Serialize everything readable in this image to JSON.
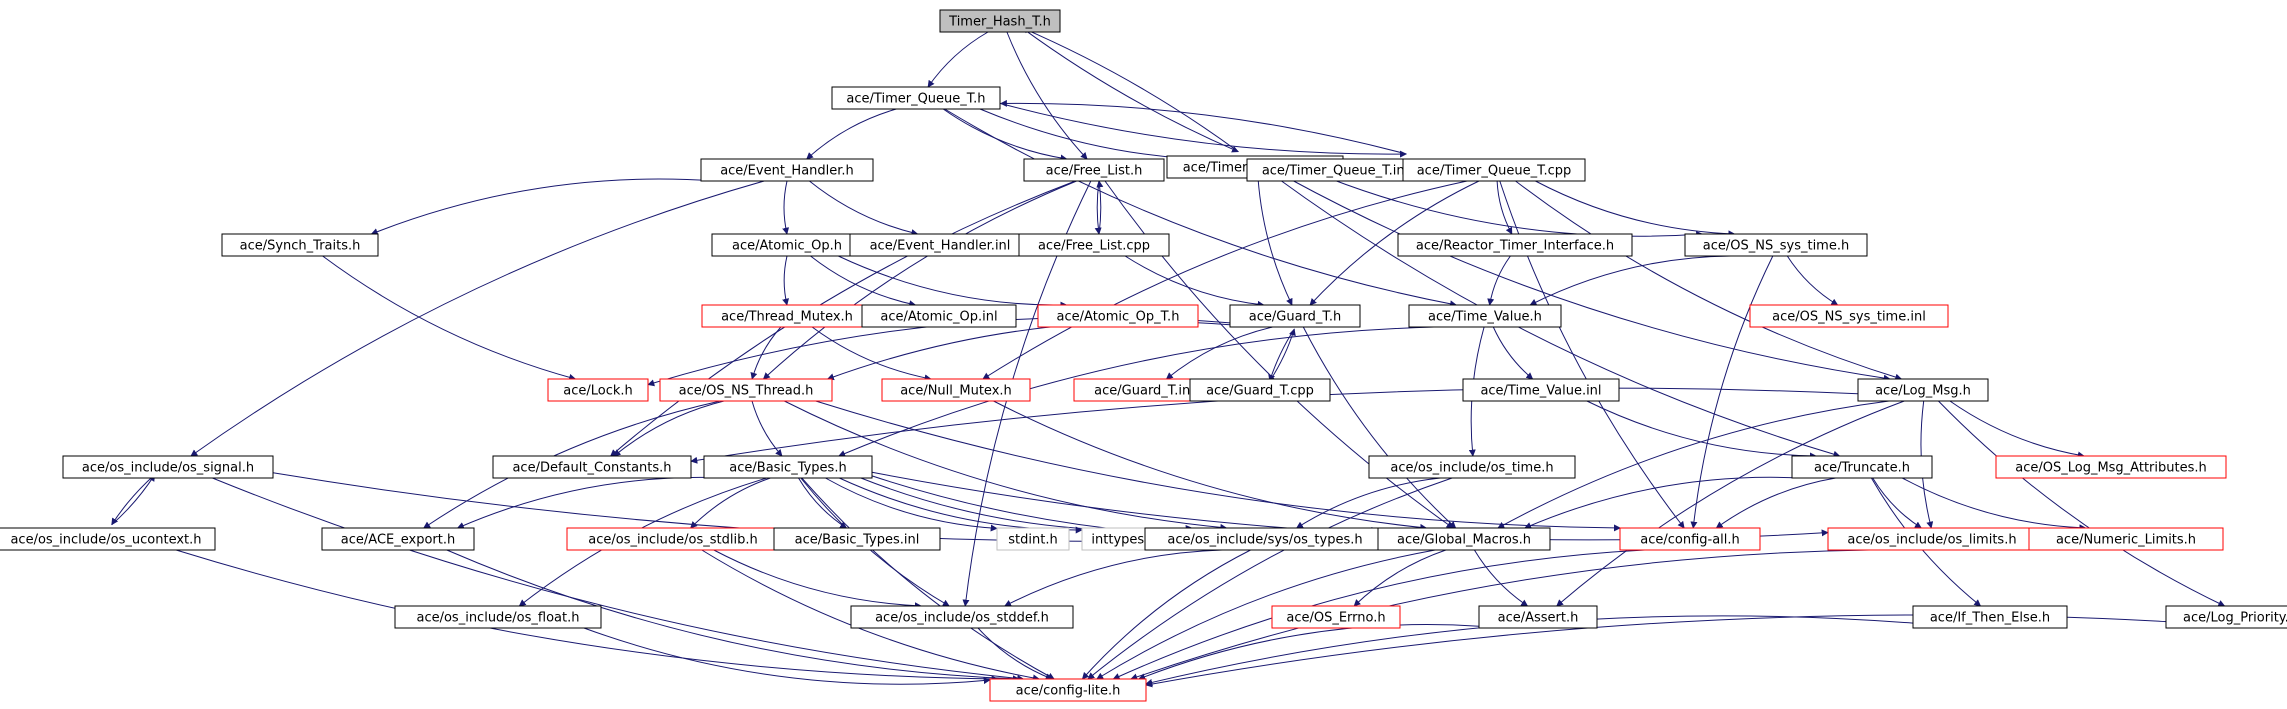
{
  "colors": {
    "edge": "#191970",
    "border_normal": "#000000",
    "border_truncated": "#ff0000",
    "border_external": "#bfbfbf",
    "root_fill": "#bfbfbf",
    "fill": "#ffffff"
  },
  "nodes": [
    {
      "id": "timer_hash_t_h",
      "label": "Timer_Hash_T.h",
      "kind": "root"
    },
    {
      "id": "timer_queue_t_h",
      "label": "ace/Timer_Queue_T.h",
      "kind": "normal"
    },
    {
      "id": "timer_hash_t_cpp",
      "label": "ace/Timer_Hash_T.cpp",
      "kind": "normal"
    },
    {
      "id": "event_handler_h",
      "label": "ace/Event_Handler.h",
      "kind": "normal"
    },
    {
      "id": "free_list_h",
      "label": "ace/Free_List.h",
      "kind": "normal"
    },
    {
      "id": "timer_queue_t_inl",
      "label": "ace/Timer_Queue_T.inl",
      "kind": "normal"
    },
    {
      "id": "timer_queue_t_cpp",
      "label": "ace/Timer_Queue_T.cpp",
      "kind": "normal"
    },
    {
      "id": "synch_traits_h",
      "label": "ace/Synch_Traits.h",
      "kind": "normal"
    },
    {
      "id": "atomic_op_h",
      "label": "ace/Atomic_Op.h",
      "kind": "normal"
    },
    {
      "id": "event_handler_inl",
      "label": "ace/Event_Handler.inl",
      "kind": "normal"
    },
    {
      "id": "free_list_cpp",
      "label": "ace/Free_List.cpp",
      "kind": "normal"
    },
    {
      "id": "reactor_timer_interface_h",
      "label": "ace/Reactor_Timer_Interface.h",
      "kind": "normal"
    },
    {
      "id": "os_ns_sys_time_h",
      "label": "ace/OS_NS_sys_time.h",
      "kind": "normal"
    },
    {
      "id": "thread_mutex_h",
      "label": "ace/Thread_Mutex.h",
      "kind": "truncated"
    },
    {
      "id": "atomic_op_inl",
      "label": "ace/Atomic_Op.inl",
      "kind": "normal"
    },
    {
      "id": "atomic_op_t_h",
      "label": "ace/Atomic_Op_T.h",
      "kind": "truncated"
    },
    {
      "id": "guard_t_h",
      "label": "ace/Guard_T.h",
      "kind": "normal"
    },
    {
      "id": "time_value_h",
      "label": "ace/Time_Value.h",
      "kind": "normal"
    },
    {
      "id": "os_ns_sys_time_inl",
      "label": "ace/OS_NS_sys_time.inl",
      "kind": "truncated"
    },
    {
      "id": "lock_h",
      "label": "ace/Lock.h",
      "kind": "truncated"
    },
    {
      "id": "os_ns_thread_h",
      "label": "ace/OS_NS_Thread.h",
      "kind": "truncated"
    },
    {
      "id": "null_mutex_h",
      "label": "ace/Null_Mutex.h",
      "kind": "truncated"
    },
    {
      "id": "guard_t_inl",
      "label": "ace/Guard_T.inl",
      "kind": "truncated"
    },
    {
      "id": "guard_t_cpp",
      "label": "ace/Guard_T.cpp",
      "kind": "normal"
    },
    {
      "id": "time_value_inl",
      "label": "ace/Time_Value.inl",
      "kind": "normal"
    },
    {
      "id": "log_msg_h",
      "label": "ace/Log_Msg.h",
      "kind": "normal"
    },
    {
      "id": "os_signal_h",
      "label": "ace/os_include/os_signal.h",
      "kind": "normal"
    },
    {
      "id": "default_constants_h",
      "label": "ace/Default_Constants.h",
      "kind": "normal"
    },
    {
      "id": "basic_types_h",
      "label": "ace/Basic_Types.h",
      "kind": "normal"
    },
    {
      "id": "os_time_h",
      "label": "ace/os_include/os_time.h",
      "kind": "normal"
    },
    {
      "id": "truncate_h",
      "label": "ace/Truncate.h",
      "kind": "normal"
    },
    {
      "id": "os_log_msg_attributes_h",
      "label": "ace/OS_Log_Msg_Attributes.h",
      "kind": "truncated"
    },
    {
      "id": "os_ucontext_h",
      "label": "ace/os_include/os_ucontext.h",
      "kind": "normal"
    },
    {
      "id": "ace_export_h",
      "label": "ace/ACE_export.h",
      "kind": "normal"
    },
    {
      "id": "os_stdlib_h",
      "label": "ace/os_include/os_stdlib.h",
      "kind": "truncated"
    },
    {
      "id": "basic_types_inl",
      "label": "ace/Basic_Types.inl",
      "kind": "normal"
    },
    {
      "id": "stdint_h",
      "label": "stdint.h",
      "kind": "external"
    },
    {
      "id": "inttypes_h",
      "label": "inttypes.h",
      "kind": "external"
    },
    {
      "id": "os_sys_types_h",
      "label": "ace/os_include/sys/os_types.h",
      "kind": "normal"
    },
    {
      "id": "global_macros_h",
      "label": "ace/Global_Macros.h",
      "kind": "normal"
    },
    {
      "id": "config_all_h",
      "label": "ace/config-all.h",
      "kind": "truncated"
    },
    {
      "id": "os_limits_h",
      "label": "ace/os_include/os_limits.h",
      "kind": "truncated"
    },
    {
      "id": "numeric_limits_h",
      "label": "ace/Numeric_Limits.h",
      "kind": "truncated"
    },
    {
      "id": "os_float_h",
      "label": "ace/os_include/os_float.h",
      "kind": "normal"
    },
    {
      "id": "os_stddef_h",
      "label": "ace/os_include/os_stddef.h",
      "kind": "normal"
    },
    {
      "id": "os_errno_h",
      "label": "ace/OS_Errno.h",
      "kind": "truncated"
    },
    {
      "id": "assert_h",
      "label": "ace/Assert.h",
      "kind": "normal"
    },
    {
      "id": "if_then_else_h",
      "label": "ace/If_Then_Else.h",
      "kind": "normal"
    },
    {
      "id": "log_priority_h",
      "label": "ace/Log_Priority.h",
      "kind": "normal"
    },
    {
      "id": "config_lite_h",
      "label": "ace/config-lite.h",
      "kind": "truncated"
    }
  ],
  "edges": [
    [
      "timer_hash_t_h",
      "timer_queue_t_h"
    ],
    [
      "timer_hash_t_h",
      "free_list_h"
    ],
    [
      "timer_hash_t_h",
      "timer_hash_t_cpp"
    ],
    [
      "timer_hash_t_cpp",
      "timer_hash_t_h"
    ],
    [
      "timer_queue_t_h",
      "event_handler_h"
    ],
    [
      "timer_queue_t_h",
      "free_list_h"
    ],
    [
      "timer_queue_t_h",
      "timer_queue_t_inl"
    ],
    [
      "timer_queue_t_h",
      "timer_queue_t_cpp"
    ],
    [
      "timer_queue_t_h",
      "time_value_h"
    ],
    [
      "timer_queue_t_cpp",
      "timer_queue_t_h"
    ],
    [
      "timer_queue_t_cpp",
      "reactor_timer_interface_h"
    ],
    [
      "timer_queue_t_cpp",
      "os_ns_sys_time_h"
    ],
    [
      "timer_queue_t_cpp",
      "guard_t_h"
    ],
    [
      "timer_queue_t_cpp",
      "log_msg_h"
    ],
    [
      "timer_queue_t_cpp",
      "null_mutex_h"
    ],
    [
      "timer_queue_t_cpp",
      "config_all_h"
    ],
    [
      "timer_hash_t_cpp",
      "os_ns_sys_time_h"
    ],
    [
      "timer_hash_t_cpp",
      "guard_t_h"
    ],
    [
      "timer_hash_t_cpp",
      "log_msg_h"
    ],
    [
      "timer_hash_t_cpp",
      "truncate_h"
    ],
    [
      "event_handler_h",
      "os_signal_h"
    ],
    [
      "event_handler_h",
      "synch_traits_h"
    ],
    [
      "event_handler_h",
      "atomic_op_h"
    ],
    [
      "event_handler_h",
      "event_handler_inl"
    ],
    [
      "free_list_h",
      "free_list_cpp"
    ],
    [
      "free_list_cpp",
      "free_list_h"
    ],
    [
      "free_list_h",
      "default_constants_h"
    ],
    [
      "free_list_h",
      "os_stddef_h"
    ],
    [
      "free_list_h",
      "global_macros_h"
    ],
    [
      "free_list_h",
      "os_ns_thread_h"
    ],
    [
      "free_list_cpp",
      "guard_t_h"
    ],
    [
      "synch_traits_h",
      "lock_h"
    ],
    [
      "atomic_op_h",
      "thread_mutex_h"
    ],
    [
      "atomic_op_h",
      "atomic_op_inl"
    ],
    [
      "atomic_op_h",
      "atomic_op_t_h"
    ],
    [
      "thread_mutex_h",
      "os_ns_thread_h"
    ],
    [
      "thread_mutex_h",
      "null_mutex_h"
    ],
    [
      "reactor_timer_interface_h",
      "time_value_h"
    ],
    [
      "os_ns_sys_time_h",
      "time_value_h"
    ],
    [
      "os_ns_sys_time_h",
      "os_ns_sys_time_inl"
    ],
    [
      "os_ns_sys_time_h",
      "config_all_h"
    ],
    [
      "guard_t_h",
      "lock_h"
    ],
    [
      "guard_t_h",
      "os_ns_thread_h"
    ],
    [
      "guard_t_h",
      "guard_t_inl"
    ],
    [
      "guard_t_h",
      "guard_t_cpp"
    ],
    [
      "guard_t_cpp",
      "guard_t_h"
    ],
    [
      "guard_t_h",
      "global_macros_h"
    ],
    [
      "time_value_h",
      "time_value_inl"
    ],
    [
      "time_value_h",
      "os_time_h"
    ],
    [
      "time_value_h",
      "basic_types_h"
    ],
    [
      "time_value_inl",
      "truncate_h"
    ],
    [
      "os_ns_thread_h",
      "default_constants_h"
    ],
    [
      "os_ns_thread_h",
      "basic_types_h"
    ],
    [
      "os_ns_thread_h",
      "ace_export_h"
    ],
    [
      "os_ns_thread_h",
      "os_sys_types_h"
    ],
    [
      "os_ns_thread_h",
      "config_all_h"
    ],
    [
      "null_mutex_h",
      "global_macros_h"
    ],
    [
      "log_msg_h",
      "default_constants_h"
    ],
    [
      "log_msg_h",
      "global_macros_h"
    ],
    [
      "log_msg_h",
      "os_log_msg_attributes_h"
    ],
    [
      "log_msg_h",
      "log_priority_h"
    ],
    [
      "log_msg_h",
      "assert_h"
    ],
    [
      "log_msg_h",
      "os_limits_h"
    ],
    [
      "os_signal_h",
      "os_ucontext_h"
    ],
    [
      "os_ucontext_h",
      "os_signal_h"
    ],
    [
      "os_signal_h",
      "config_lite_h"
    ],
    [
      "os_signal_h",
      "global_macros_h"
    ],
    [
      "basic_types_h",
      "ace_export_h"
    ],
    [
      "basic_types_h",
      "os_stdlib_h"
    ],
    [
      "basic_types_h",
      "basic_types_inl"
    ],
    [
      "basic_types_h",
      "stdint_h"
    ],
    [
      "basic_types_h",
      "inttypes_h"
    ],
    [
      "basic_types_h",
      "os_sys_types_h"
    ],
    [
      "basic_types_h",
      "global_macros_h"
    ],
    [
      "basic_types_h",
      "os_limits_h"
    ],
    [
      "basic_types_h",
      "os_float_h"
    ],
    [
      "basic_types_h",
      "os_stddef_h"
    ],
    [
      "basic_types_h",
      "config_lite_h"
    ],
    [
      "os_time_h",
      "os_sys_types_h"
    ],
    [
      "os_time_h",
      "config_lite_h"
    ],
    [
      "truncate_h",
      "global_macros_h"
    ],
    [
      "truncate_h",
      "config_all_h"
    ],
    [
      "truncate_h",
      "os_limits_h"
    ],
    [
      "truncate_h",
      "numeric_limits_h"
    ],
    [
      "truncate_h",
      "if_then_else_h"
    ],
    [
      "os_ucontext_h",
      "config_lite_h"
    ],
    [
      "ace_export_h",
      "config_lite_h"
    ],
    [
      "os_stdlib_h",
      "os_stddef_h"
    ],
    [
      "os_stdlib_h",
      "config_lite_h"
    ],
    [
      "os_sys_types_h",
      "os_stddef_h"
    ],
    [
      "os_sys_types_h",
      "config_lite_h"
    ],
    [
      "global_macros_h",
      "os_errno_h"
    ],
    [
      "global_macros_h",
      "assert_h"
    ],
    [
      "global_macros_h",
      "config_lite_h"
    ],
    [
      "config_all_h",
      "config_lite_h"
    ],
    [
      "os_limits_h",
      "config_lite_h"
    ],
    [
      "os_float_h",
      "config_lite_h"
    ],
    [
      "os_stddef_h",
      "config_lite_h"
    ],
    [
      "assert_h",
      "config_lite_h"
    ],
    [
      "if_then_else_h",
      "config_lite_h"
    ],
    [
      "log_priority_h",
      "config_lite_h"
    ]
  ]
}
